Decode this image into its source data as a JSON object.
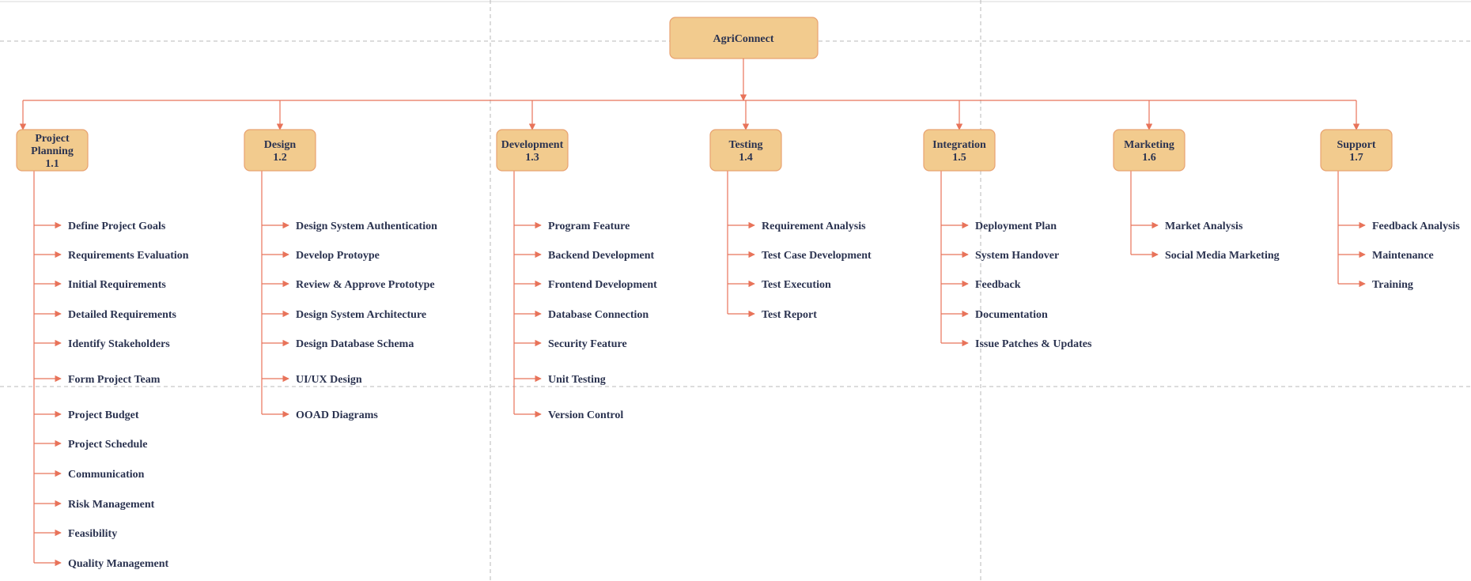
{
  "root": {
    "label": "AgriConnect"
  },
  "colors": {
    "box_fill": "#f2cb8e",
    "box_stroke": "#e8a270",
    "connector": "#e8735a",
    "text": "#2b3350",
    "grid": "#b8b8b8"
  },
  "phases": [
    {
      "name": "Project Planning",
      "number": "1.1",
      "tasks": [
        "Define Project Goals",
        "Requirements Evaluation",
        "Initial Requirements",
        "Detailed Requirements",
        "Identify Stakeholders",
        "Form Project Team",
        "Project Budget",
        "Project Schedule",
        "Communication",
        "Risk Management",
        "Feasibility",
        "Quality Management"
      ]
    },
    {
      "name": "Design",
      "number": "1.2",
      "tasks": [
        "Design System Authentication",
        "Develop Protoype",
        "Review & Approve Prototype",
        "Design System Architecture",
        "Design Database Schema",
        "UI/UX Design",
        "OOAD Diagrams"
      ]
    },
    {
      "name": "Development",
      "number": "1.3",
      "tasks": [
        "Program Feature",
        "Backend Development",
        "Frontend Development",
        "Database Connection",
        "Security Feature",
        "Unit Testing",
        "Version Control"
      ]
    },
    {
      "name": "Testing",
      "number": "1.4",
      "tasks": [
        "Requirement Analysis",
        "Test Case Development",
        "Test Execution",
        "Test Report"
      ]
    },
    {
      "name": "Integration",
      "number": "1.5",
      "tasks": [
        "Deployment Plan",
        "System Handover",
        "Feedback",
        "Documentation",
        "Issue Patches & Updates"
      ]
    },
    {
      "name": "Marketing",
      "number": "1.6",
      "tasks": [
        "Market Analysis",
        "Social Media Marketing"
      ]
    },
    {
      "name": "Support",
      "number": "1.7",
      "tasks": [
        "Feedback Analysis",
        "Maintenance",
        "Training"
      ]
    }
  ]
}
